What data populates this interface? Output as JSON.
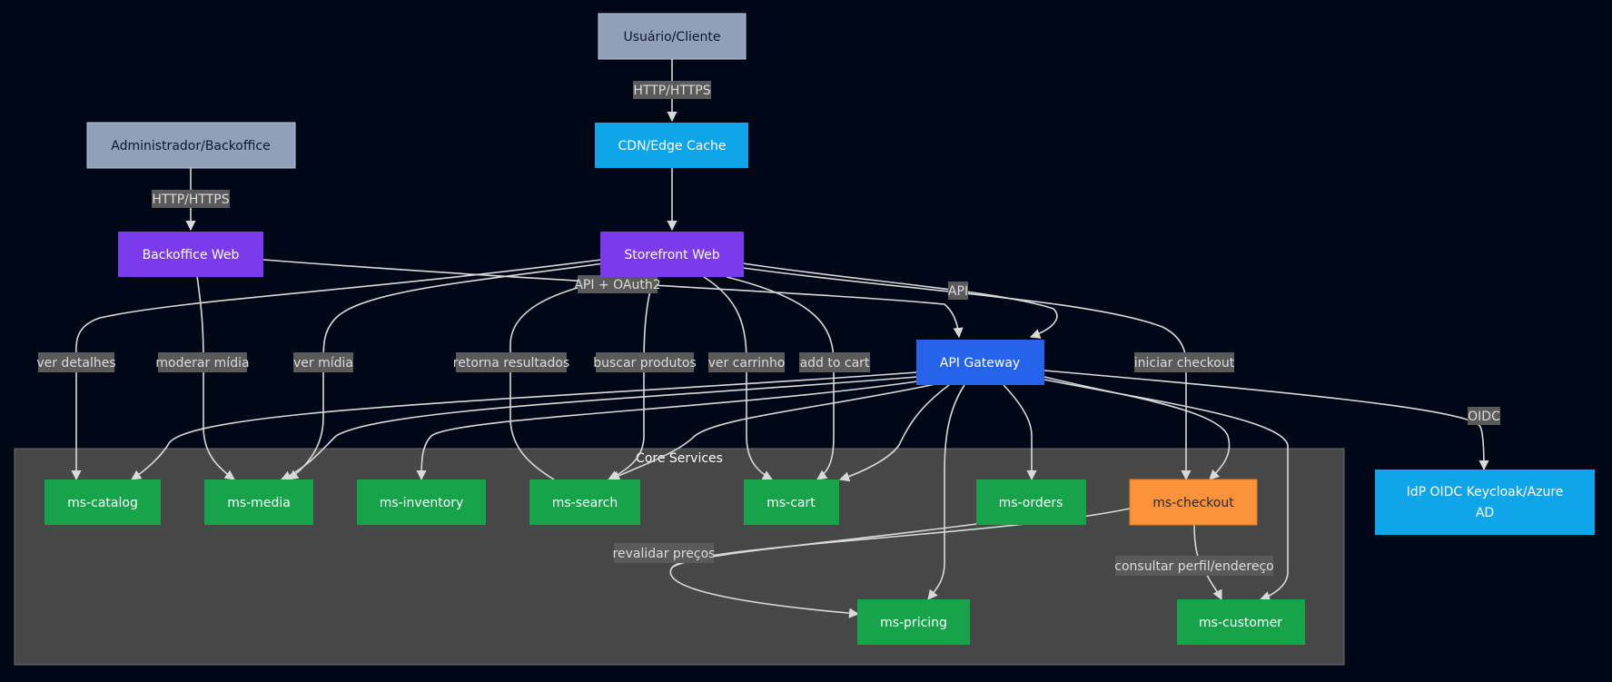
{
  "cluster": {
    "label": "Core Services"
  },
  "nodes": {
    "user": {
      "label": "Usuário/Cliente"
    },
    "admin": {
      "label": "Administrador/Backoffice"
    },
    "cdn": {
      "label": "CDN/Edge Cache"
    },
    "backoffice": {
      "label": "Backoffice Web"
    },
    "storefront": {
      "label": "Storefront Web"
    },
    "gateway": {
      "label": "API Gateway"
    },
    "idp": {
      "label_line1": "IdP OIDC Keycloak/Azure",
      "label_line2": "AD"
    },
    "catalog": {
      "label": "ms-catalog"
    },
    "media": {
      "label": "ms-media"
    },
    "inventory": {
      "label": "ms-inventory"
    },
    "search": {
      "label": "ms-search"
    },
    "cart": {
      "label": "ms-cart"
    },
    "orders": {
      "label": "ms-orders"
    },
    "checkout": {
      "label": "ms-checkout"
    },
    "pricing": {
      "label": "ms-pricing"
    },
    "customer": {
      "label": "ms-customer"
    }
  },
  "edges": {
    "user_cdn": {
      "label": "HTTP/HTTPS"
    },
    "admin_backoffice": {
      "label": "HTTP/HTTPS"
    },
    "to_gateway": {
      "label": "API + OAuth2"
    },
    "storefront_gateway": {
      "label": "API"
    },
    "ver_detalhes": {
      "label": "ver detalhes"
    },
    "moderar_midia": {
      "label": "moderar mídia"
    },
    "ver_midia": {
      "label": "ver mídia"
    },
    "retorna_resultados": {
      "label": "retorna resultados"
    },
    "buscar_produtos": {
      "label": "buscar produtos"
    },
    "ver_carrinho": {
      "label": "ver carrinho"
    },
    "add_to_cart": {
      "label": "add to cart"
    },
    "iniciar_checkout": {
      "label": "iniciar checkout"
    },
    "oidc": {
      "label": "OIDC"
    },
    "revalidar_precos": {
      "label": "revalidar preços"
    },
    "consultar_perfil": {
      "label": "consultar perfil/endereço"
    }
  },
  "colors": {
    "background": "#000818",
    "actor": "#8fa0b8",
    "edge_cache": "#0ea5e9",
    "frontend": "#7c3aed",
    "gateway": "#2563eb",
    "service": "#16a34a",
    "checkout": "#fb923c",
    "cluster": "#474747",
    "edge_line": "#d9d9d9",
    "label_bg": "#5a5a5a"
  }
}
